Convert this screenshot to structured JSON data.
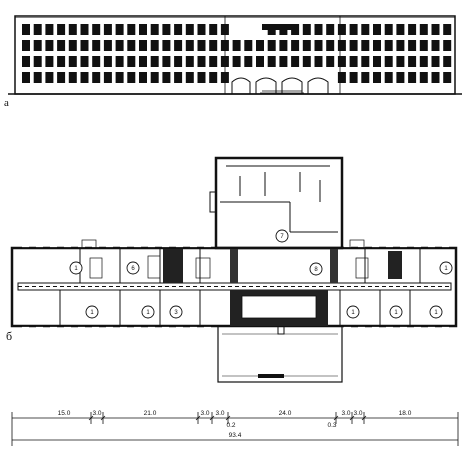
{
  "figure": {
    "label_a": "а",
    "label_b": "б"
  },
  "rooms": [
    {
      "id": "room-1-a",
      "number": "1"
    },
    {
      "id": "room-6",
      "number": "6"
    },
    {
      "id": "room-7",
      "number": "7"
    },
    {
      "id": "room-8",
      "number": "8"
    },
    {
      "id": "room-1-b",
      "number": "1"
    },
    {
      "id": "room-1-c",
      "number": "1"
    },
    {
      "id": "room-1-d",
      "number": "1"
    },
    {
      "id": "room-3",
      "number": "3"
    },
    {
      "id": "room-1-e",
      "number": "1"
    },
    {
      "id": "room-1-f",
      "number": "1"
    },
    {
      "id": "room-1-g",
      "number": "1"
    }
  ],
  "dimensions": {
    "segments": [
      "15.0",
      "3.0",
      "21.0",
      "3.0",
      "3.0",
      "24.0",
      "3.0",
      "3.0",
      "18.0"
    ],
    "small_left": "0.2",
    "small_right": "0.3",
    "total": "93.4"
  }
}
